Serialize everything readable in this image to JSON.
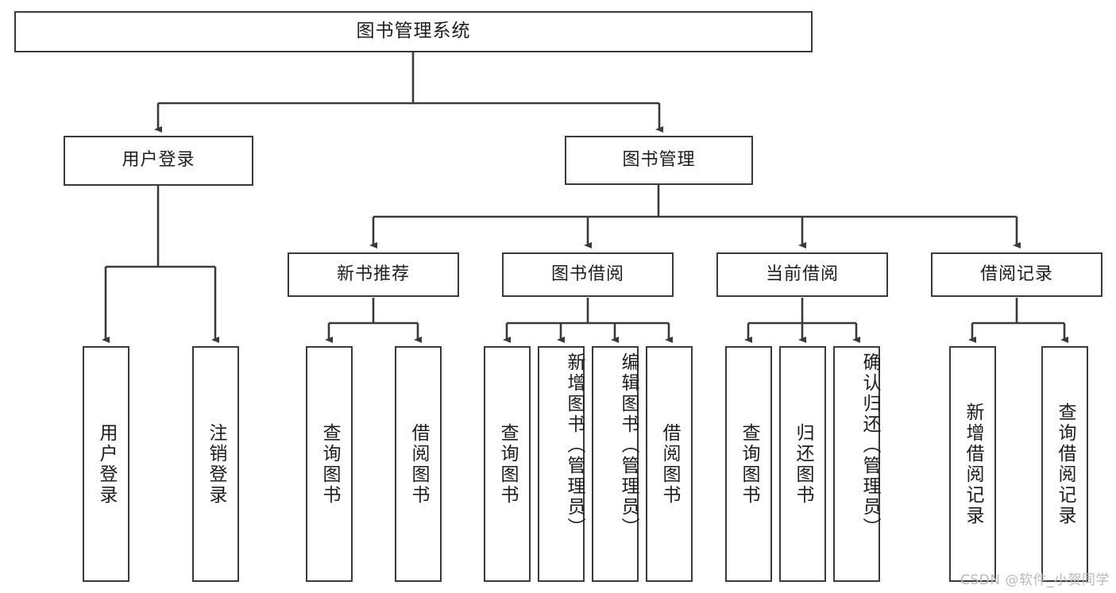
{
  "diagram": {
    "title": "图书管理系统",
    "type": "hierarchy-tree",
    "stroke_color": "#3a3a3a",
    "text_color": "#1d1d1d",
    "background": "#ffffff"
  },
  "nodes": {
    "root": {
      "label": "图书管理系统"
    },
    "level1": [
      {
        "label": "用户登录"
      },
      {
        "label": "图书管理"
      }
    ],
    "level2": [
      {
        "label": "新书推荐"
      },
      {
        "label": "图书借阅"
      },
      {
        "label": "当前借阅"
      },
      {
        "label": "借阅记录"
      }
    ],
    "leaves": {
      "user_login": [
        {
          "label": "用户登录"
        },
        {
          "label": "注销登录"
        }
      ],
      "new_book": [
        {
          "label": "查询图书"
        },
        {
          "label": "借阅图书"
        }
      ],
      "book_borrow": [
        {
          "label": "查询图书"
        },
        {
          "label": "新增图书（管理员）"
        },
        {
          "label": "编辑图书（管理员）"
        },
        {
          "label": "借阅图书"
        }
      ],
      "current_borrow": [
        {
          "label": "查询图书"
        },
        {
          "label": "归还图书"
        },
        {
          "label": "确认归还（管理员）"
        }
      ],
      "borrow_record": [
        {
          "label": "新增借阅记录"
        },
        {
          "label": "查询借阅记录"
        }
      ]
    }
  },
  "watermark": {
    "text": "CSDN @软件_小贺同学"
  }
}
